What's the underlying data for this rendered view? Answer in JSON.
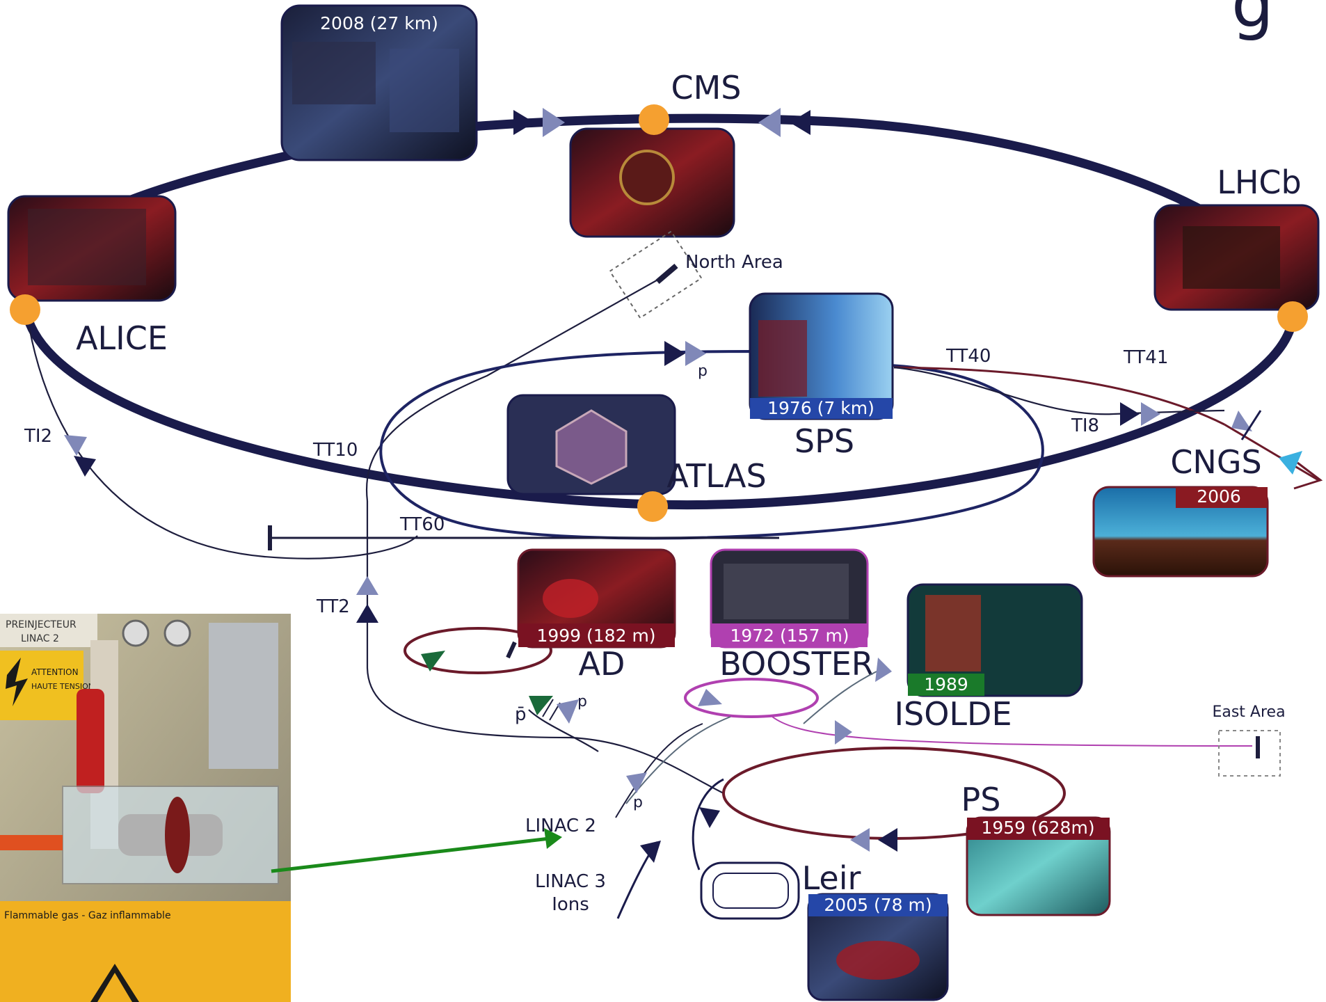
{
  "title_fragment": "g",
  "machines": {
    "lhc": {
      "caption": "2008 (27 km)"
    },
    "sps": {
      "label": "SPS",
      "caption": "1976 (7 km)"
    },
    "ad": {
      "label": "AD",
      "caption": "1999 (182 m)"
    },
    "booster": {
      "label": "BOOSTER",
      "caption": "1972 (157 m)"
    },
    "isolde": {
      "label": "ISOLDE",
      "caption": "1989"
    },
    "ps": {
      "label": "PS",
      "caption": "1959 (628m)"
    },
    "leir": {
      "label": "Leir",
      "caption": "2005 (78 m)"
    },
    "cngs": {
      "label": "CNGS",
      "caption": "2006"
    }
  },
  "experiments": {
    "cms": "CMS",
    "lhcb": "LHCb",
    "alice": "ALICE",
    "atlas": "ATLAS"
  },
  "lines": {
    "tt40": "TT40",
    "tt41": "TT41",
    "ti8": "TI8",
    "ti2": "TI2",
    "tt10": "TT10",
    "tt60": "TT60",
    "tt2": "TT2"
  },
  "areas": {
    "north": "North Area",
    "east": "East Area"
  },
  "particles": {
    "p_sps": "p",
    "pbar": "p̄",
    "p_ad": "p",
    "p_linac": "p"
  },
  "injectors": {
    "linac2": "LINAC 2",
    "linac3_line1": "LINAC 3",
    "linac3_line2": "Ions"
  },
  "photo": {
    "sign_line1": "PREINJECTEUR",
    "sign_line2": "LINAC 2",
    "warn_line1": "ATTENTION",
    "warn_line2": "HAUTE TENSION",
    "gas_label": "Flammable gas - Gaz inflammable"
  },
  "colors": {
    "ring_dark": "#1a1b4b",
    "ring_blue": "#1e2463",
    "maroon": "#6b1a2a",
    "purple": "#b040b0",
    "green_arrow": "#1a8a1a",
    "experiment_dot": "#f5a030",
    "arrow_light": "#8088b8"
  }
}
